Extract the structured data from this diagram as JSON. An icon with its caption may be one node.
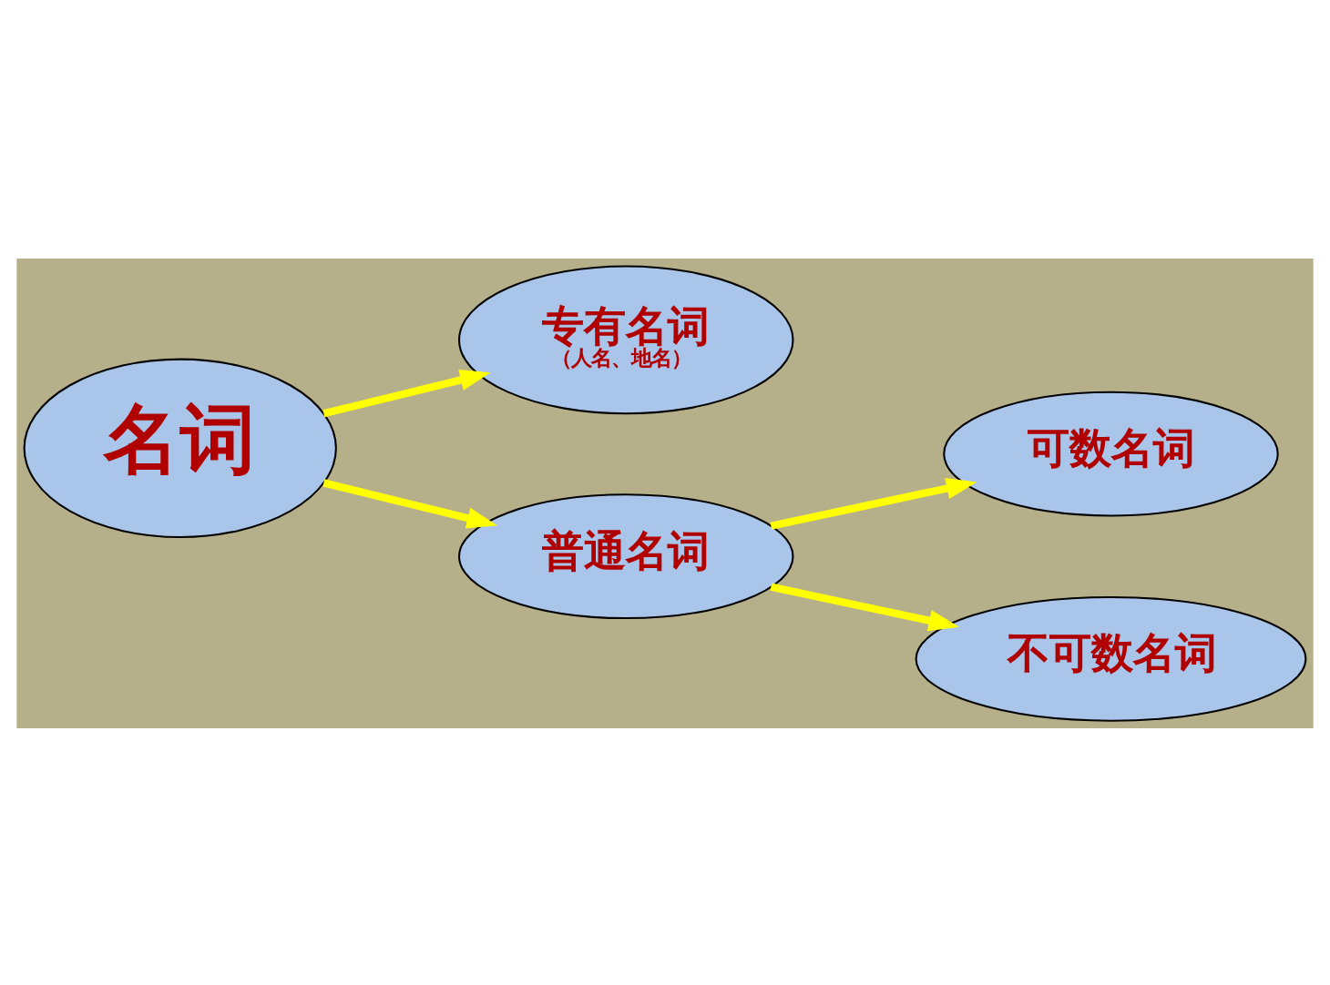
{
  "diagram": {
    "nodes": [
      {
        "text": [
          "名词"
        ]
      },
      {
        "text": [
          "专有名词",
          "（人名、地名）"
        ]
      },
      {
        "text": [
          "普通名词"
        ]
      },
      {
        "text": [
          "可数名词"
        ]
      },
      {
        "text": [
          "不可数名词"
        ]
      }
    ],
    "edges": [
      {
        "from": 0,
        "to": 1,
        "arrow": "to"
      },
      {
        "from": 0,
        "to": 2,
        "arrow": "to"
      },
      {
        "from": 2,
        "to": 3,
        "arrow": "to"
      },
      {
        "from": 2,
        "to": 4,
        "arrow": "to"
      }
    ]
  }
}
